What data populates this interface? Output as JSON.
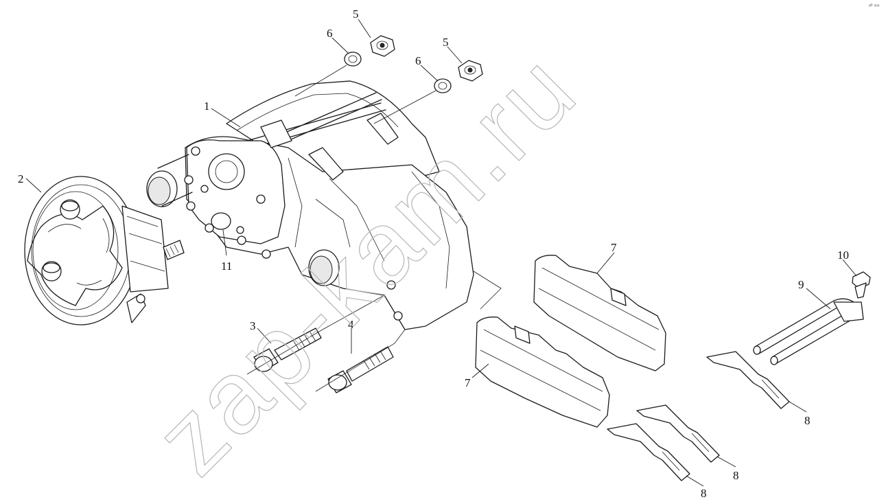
{
  "watermark": "zap-kam.ru",
  "corner_mark": "ᵉᴾ ᵒᵒᵒ",
  "callouts": {
    "c1": "1",
    "c2": "2",
    "c3": "3",
    "c4": "4",
    "c5a": "5",
    "c5b": "5",
    "c6a": "6",
    "c6b": "6",
    "c7a": "7",
    "c7b": "7",
    "c8a": "8",
    "c8b": "8",
    "c8c": "8",
    "c9": "9",
    "c10": "10",
    "c11": "11"
  }
}
